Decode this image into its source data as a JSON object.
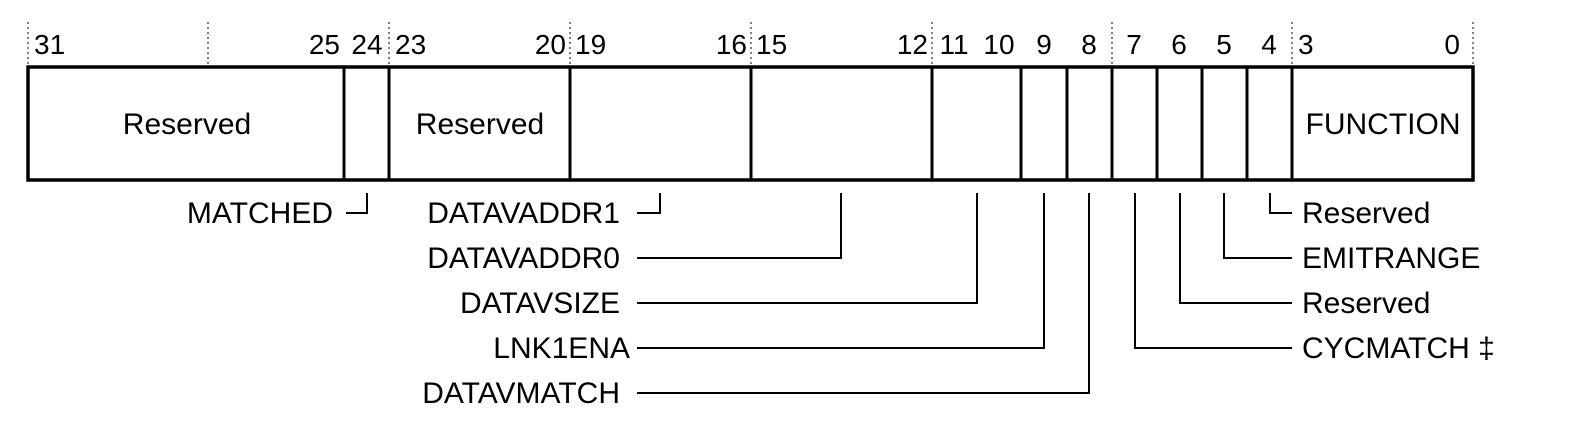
{
  "register": {
    "bit_labels": [
      "31",
      "25",
      "24",
      "23",
      "20",
      "19",
      "16",
      "15",
      "12",
      "11",
      "10",
      "9",
      "8",
      "7",
      "6",
      "5",
      "4",
      "3",
      "0"
    ],
    "fields": {
      "reserved_31_25": "Reserved",
      "reserved_23_20": "Reserved",
      "function": "FUNCTION"
    },
    "callouts_left": {
      "matched": "MATCHED",
      "datavaddr1": "DATAVADDR1",
      "datavaddr0": "DATAVADDR0",
      "datavsize": "DATAVSIZE",
      "lnk1ena": "LNK1ENA",
      "datavmatch": "DATAVMATCH"
    },
    "callouts_right": {
      "reserved_4": "Reserved",
      "emitrange": "EMITRANGE",
      "reserved_6": "Reserved",
      "cycmatch": "CYCMATCH ‡"
    }
  }
}
